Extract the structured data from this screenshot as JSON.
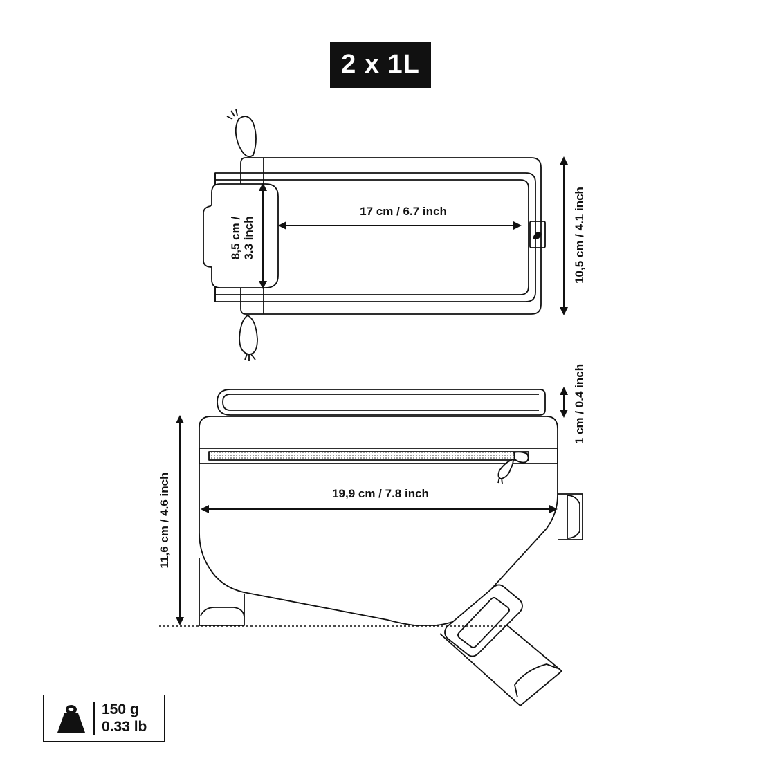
{
  "title": "2 x 1L",
  "top_view": {
    "length_label": "17 cm  /  6.7 inch",
    "window_height_label_line1": "8,5 cm  /",
    "window_height_label_line2": "3.3 inch",
    "overall_height_label": "10,5 cm  /  4.1 inch"
  },
  "side_view": {
    "lid_thickness_label": "1 cm  /  0.4 inch",
    "length_label": "19,9 cm  /  7.8 inch",
    "height_label": "11,6 cm  /  4.6 inch"
  },
  "weight": {
    "icon": "weight-icon",
    "metric": "150 g",
    "imperial": "0.33 lb"
  },
  "colors": {
    "line": "#111111",
    "background": "#ffffff"
  }
}
